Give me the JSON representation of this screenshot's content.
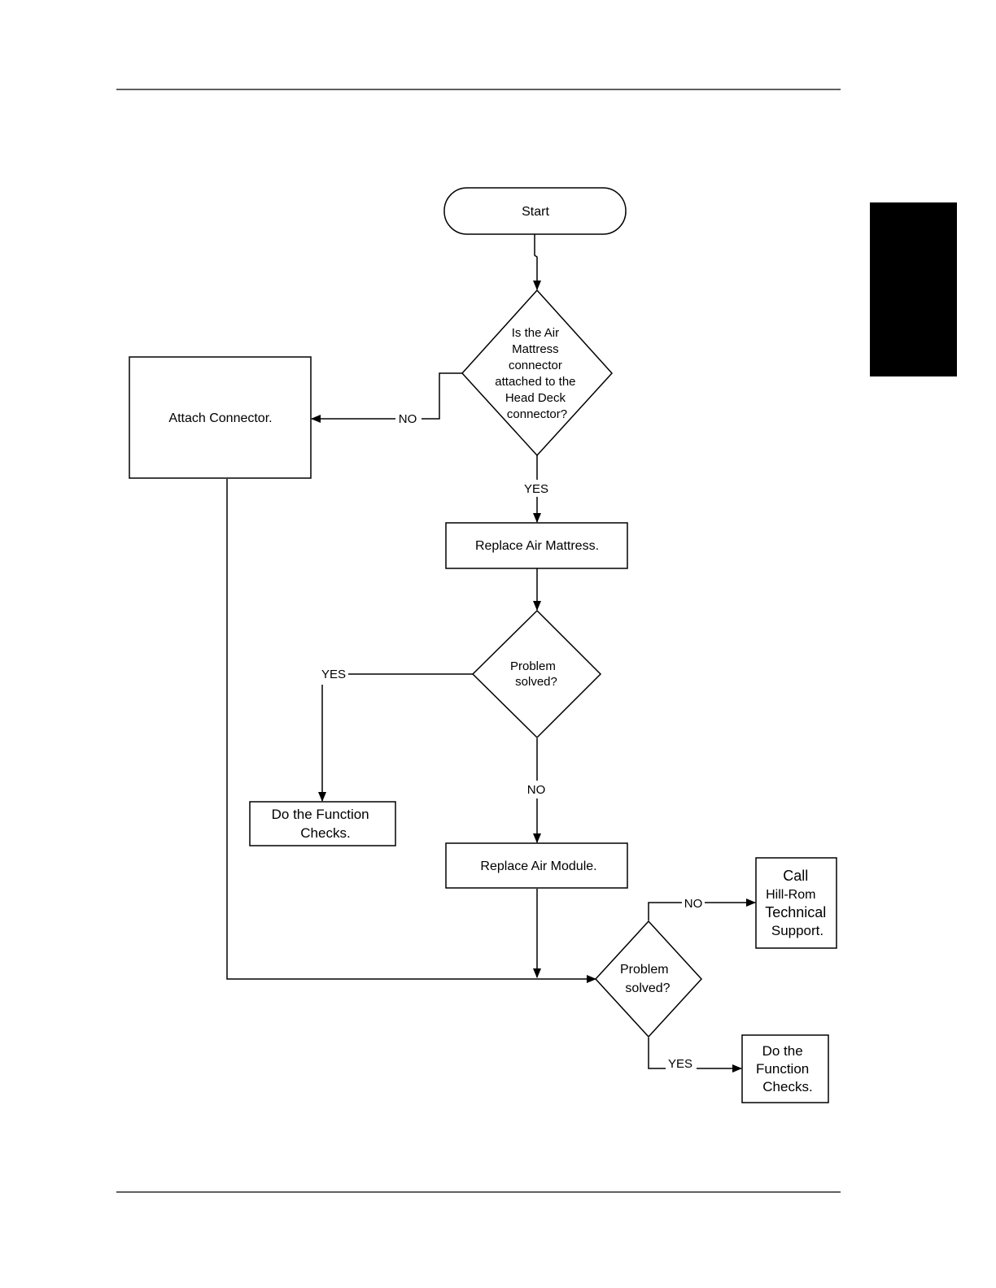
{
  "flowchart": {
    "start": "Start",
    "decision_connector": [
      "Is the Air",
      "Mattress",
      "connector",
      "attached to the",
      "Head Deck",
      "connector?"
    ],
    "attach_connector": "Attach Connector.",
    "replace_mattress": "Replace Air Mattress.",
    "decision_solved_1": [
      "Problem",
      "solved?"
    ],
    "function_checks_1": [
      "Do the Function",
      "Checks."
    ],
    "replace_module": "Replace Air Module.",
    "decision_solved_2": [
      "Problem",
      "solved?"
    ],
    "call_support": [
      "Call",
      "Hill-Rom",
      "Technical",
      "Support."
    ],
    "function_checks_2": [
      "Do the",
      "Function",
      "Checks."
    ],
    "labels": {
      "no_1": "NO",
      "yes_1": "YES",
      "yes_2": "YES",
      "no_2": "NO",
      "no_3": "NO",
      "yes_3": "YES"
    }
  },
  "colors": {
    "ink": "#000000",
    "background": "#ffffff",
    "side_tab": "#000000"
  }
}
